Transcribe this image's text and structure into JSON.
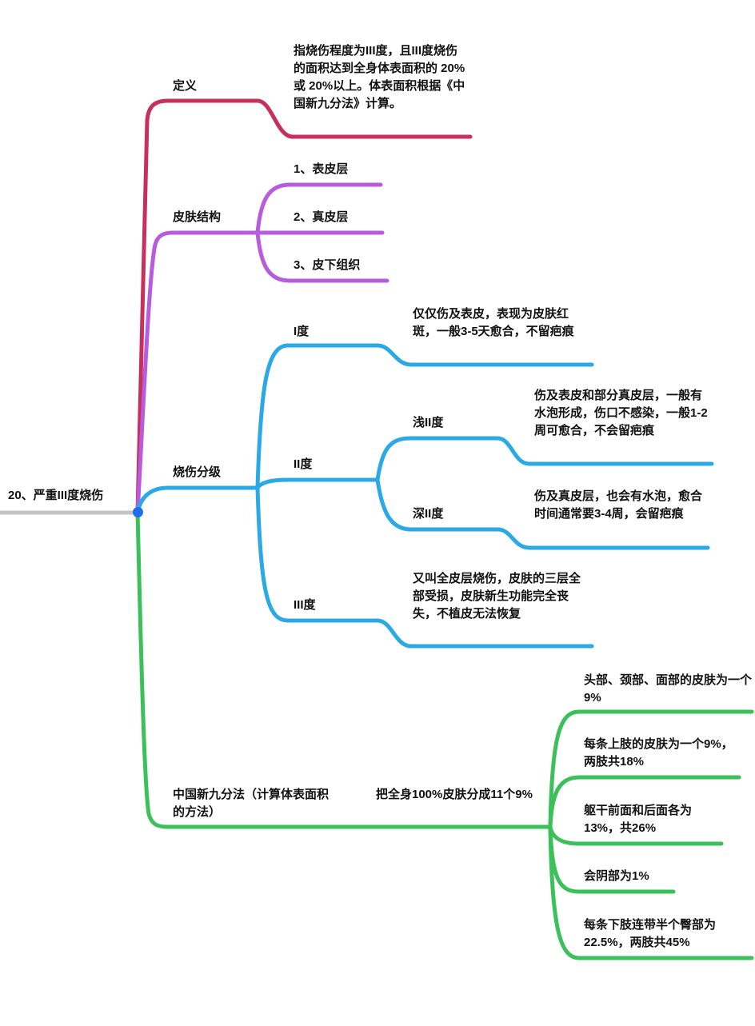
{
  "mindmap": {
    "root": "20、严重III度烧伤",
    "definition": {
      "label": "定义",
      "text": "指烧伤程度为III度，且III度烧伤的面积达到全身体表面积的 20%或 20%以上。体表面积根据《中国新九分法》计算。"
    },
    "skin": {
      "label": "皮肤结构",
      "items": [
        "1、表皮层",
        "2、真皮层",
        "3、皮下组织"
      ]
    },
    "grade": {
      "label": "烧伤分级",
      "g1": {
        "label": "I度",
        "text": "仅仅伤及表皮，表现为皮肤红斑，一般3-5天愈合，不留疤痕"
      },
      "g2": {
        "label": "II度",
        "shallow": {
          "label": "浅II度",
          "text": "伤及表皮和部分真皮层，一般有水泡形成，伤口不感染，一般1-2周可愈合，不会留疤痕"
        },
        "deep": {
          "label": "深II度",
          "text": "伤及真皮层，也会有水泡，愈合时间通常要3-4周，会留疤痕"
        }
      },
      "g3": {
        "label": "III度",
        "text": "又叫全皮层烧伤，皮肤的三层全部受损，皮肤新生功能完全丧失，不植皮无法恢复"
      }
    },
    "rule9": {
      "label": "中国新九分法（计算体表面积的方法）",
      "summary": "把全身100%皮肤分成11个9%",
      "items": [
        "头部、颈部、面部的皮肤为一个9%",
        "每条上肢的皮肤为一个9%，两肢共18%",
        "躯干前面和后面各为13%，共26%",
        "会阴部为1%",
        "每条下肢连带半个臀部为22.5%，两肢共45%"
      ]
    }
  },
  "colors": {
    "root": "#c4c4c4",
    "definition": "#c8305c",
    "skin": "#b65cdc",
    "grade": "#2aa9e4",
    "rule9": "#3cc05a",
    "node": "#1e6ff0"
  }
}
